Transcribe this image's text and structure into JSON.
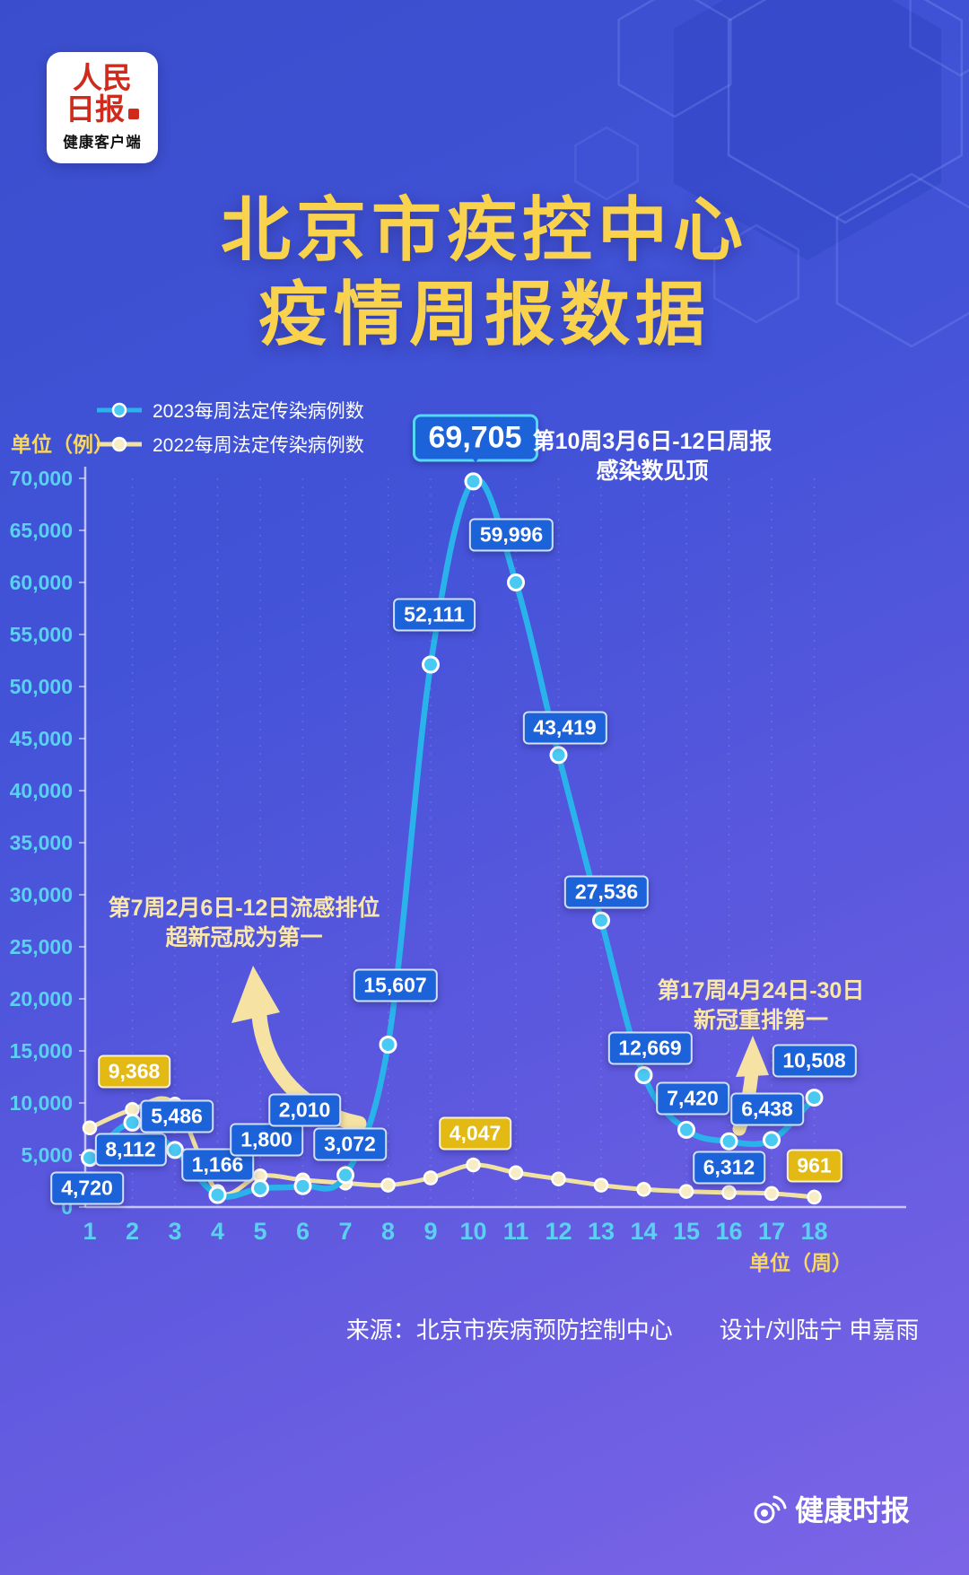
{
  "brand": {
    "name_row1": "人民",
    "name_row2": "日报",
    "subtitle": "健康客户端"
  },
  "title": {
    "line1": "北京市疾控中心",
    "line2": "疫情周报数据"
  },
  "chart_data": {
    "type": "line",
    "title": "北京市疾控中心疫情周报数据",
    "xlabel": "单位（周）",
    "ylabel": "单位（例）",
    "x": [
      1,
      2,
      3,
      4,
      5,
      6,
      7,
      8,
      9,
      10,
      11,
      12,
      13,
      14,
      15,
      16,
      17,
      18
    ],
    "ylim": [
      0,
      70000
    ],
    "ytick_step": 5000,
    "grid": "vertical-dashed",
    "legend_position": "top-left",
    "axis_tick_color": "#5bd0f3",
    "series": [
      {
        "name": "2023每周法定传染病例数",
        "short": "2023",
        "color": "#2ab3ea",
        "dot": "#4ac9f2",
        "values": [
          4720,
          8112,
          5486,
          1166,
          1800,
          2010,
          3072,
          15607,
          52111,
          69705,
          59996,
          43419,
          27536,
          12669,
          7420,
          6312,
          6438,
          10508
        ]
      },
      {
        "name": "2022每周法定传染病例数",
        "short": "2022",
        "color": "#f1e1a2",
        "dot": "#f7ecc4",
        "values": [
          7600,
          9368,
          9900,
          1500,
          3000,
          2600,
          2300,
          2100,
          2800,
          4047,
          3300,
          2700,
          2100,
          1700,
          1500,
          1400,
          1300,
          961
        ]
      }
    ],
    "point_labels": [
      {
        "series": 0,
        "week": 1,
        "text": "4,720",
        "dx": -3,
        "dy": 34
      },
      {
        "series": 0,
        "week": 2,
        "text": "8,112",
        "dx": -2,
        "dy": 30
      },
      {
        "series": 0,
        "week": 3,
        "text": "5,486",
        "dx": 2,
        "dy": -37
      },
      {
        "series": 0,
        "week": 4,
        "text": "1,166",
        "dx": 0,
        "dy": -33
      },
      {
        "series": 0,
        "week": 5,
        "text": "1,800",
        "dx": 7,
        "dy": -54
      },
      {
        "series": 0,
        "week": 6,
        "text": "2,010",
        "dx": 2,
        "dy": -85
      },
      {
        "series": 0,
        "week": 7,
        "text": "3,072",
        "dx": 5,
        "dy": -34
      },
      {
        "series": 0,
        "week": 8,
        "text": "15,607",
        "dx": 8,
        "dy": -66
      },
      {
        "series": 0,
        "week": 9,
        "text": "52,111",
        "dx": 4,
        "dy": -56
      },
      {
        "series": 0,
        "week": 10,
        "text": "69,705",
        "dx": 2,
        "dy": -48,
        "big": true
      },
      {
        "series": 0,
        "week": 11,
        "text": "59,996",
        "dx": -5,
        "dy": -53
      },
      {
        "series": 0,
        "week": 12,
        "text": "43,419",
        "dx": 7,
        "dy": -30
      },
      {
        "series": 0,
        "week": 13,
        "text": "27,536",
        "dx": 6,
        "dy": -32
      },
      {
        "series": 0,
        "week": 14,
        "text": "12,669",
        "dx": 7,
        "dy": -30
      },
      {
        "series": 0,
        "week": 15,
        "text": "7,420",
        "dx": 7,
        "dy": -35
      },
      {
        "series": 0,
        "week": 16,
        "text": "6,312",
        "dx": 0,
        "dy": 29
      },
      {
        "series": 0,
        "week": 17,
        "text": "6,438",
        "dx": -5,
        "dy": -34
      },
      {
        "series": 0,
        "week": 18,
        "text": "10,508",
        "dx": 0,
        "dy": -41
      },
      {
        "series": 1,
        "week": 2,
        "text": "9,368",
        "dx": 2,
        "dy": -42
      },
      {
        "series": 1,
        "week": 10,
        "text": "4,047",
        "dx": 2,
        "dy": -35
      },
      {
        "series": 1,
        "week": 18,
        "text": "961",
        "dx": 0,
        "dy": -35
      }
    ],
    "annotations": [
      {
        "lines": [
          "第10周3月6日-12日周报",
          "感染数见顶"
        ],
        "color": "#ffffff",
        "cx": 727,
        "top": 36,
        "size": 25
      },
      {
        "lines": [
          "第7周2月6日-12日流感排位",
          "超新冠成为第一"
        ],
        "color": "#fbe8a9",
        "cx": 272,
        "top": 556,
        "size": 25
      },
      {
        "lines": [
          "第17周4月24日-30日",
          "新冠重排第一"
        ],
        "color": "#fbe8a9",
        "cx": 848,
        "top": 648,
        "size": 25
      }
    ]
  },
  "footer": {
    "source": "来源：北京市疾病预防控制中心　　设计/刘陆宁 申嘉雨",
    "weibo_brand": "健康时报"
  }
}
